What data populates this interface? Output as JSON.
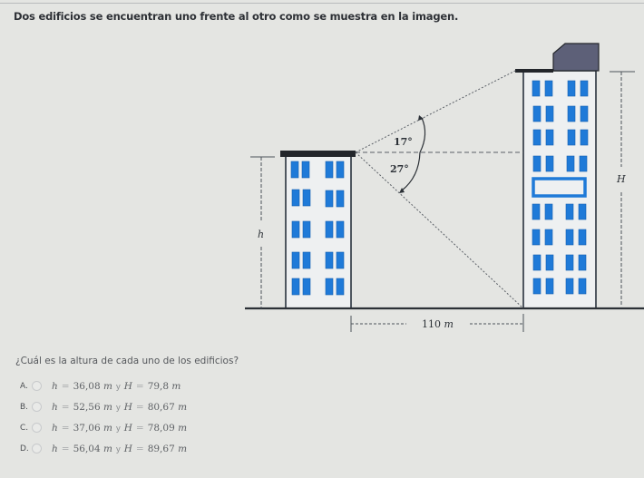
{
  "intro_text": "Dos edificios se encuentran uno frente al otro como se muestra en la imagen.",
  "diagram": {
    "angle_upper": "17°",
    "angle_lower": "27°",
    "label_small_building": "h",
    "label_tall_building": "H",
    "distance_label": "110",
    "distance_unit": "m",
    "colors": {
      "window": "#1f7ad8",
      "building_fill": "#eef0f1",
      "outline": "#1d2633",
      "roof": "#23262b",
      "rooftop_box": "#5d6078",
      "ground": "#2b3036"
    }
  },
  "question": "¿Cuál es la altura de cada uno de los edificios?",
  "options": [
    {
      "letter": "A.",
      "h_var": "h",
      "h_value": "36,08",
      "unit": "m",
      "conj": "y",
      "H_var": "H",
      "H_value": "79,8",
      "selected": false
    },
    {
      "letter": "B.",
      "h_var": "h",
      "h_value": "52,56",
      "unit": "m",
      "conj": "y",
      "H_var": "H",
      "H_value": "80,67",
      "selected": false
    },
    {
      "letter": "C.",
      "h_var": "h",
      "h_value": "37,06",
      "unit": "m",
      "conj": "y",
      "H_var": "H",
      "H_value": "78,09",
      "selected": false
    },
    {
      "letter": "D.",
      "h_var": "h",
      "h_value": "56,04",
      "unit": "m",
      "conj": "y",
      "H_var": "H",
      "H_value": "89,67",
      "selected": false
    }
  ]
}
